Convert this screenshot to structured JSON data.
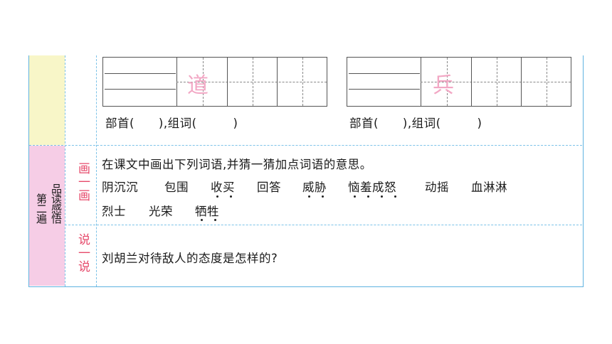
{
  "top_section": {
    "left_char": {
      "trace": "道",
      "label": "部首(　　),组词(　　　)"
    },
    "right_char": {
      "trace": "兵",
      "label": "部首(　　),组词(　　　)"
    }
  },
  "section2": {
    "label_col1": "品读感悟",
    "label_col2": "第二遍",
    "draw": {
      "label": "画一画",
      "instruction": "在课文中画出下列词语,并猜一猜加点词语的意思。",
      "words_row1": [
        "阴沉沉",
        "包围",
        "收买",
        "回答",
        "威胁",
        "恼羞成怒",
        "动摇",
        "血淋淋"
      ],
      "words_row2": [
        "烈士",
        "光荣",
        "牺牲"
      ]
    },
    "say": {
      "label": "说一说",
      "question": "刘胡兰对待敌人的态度是怎样的?"
    }
  }
}
